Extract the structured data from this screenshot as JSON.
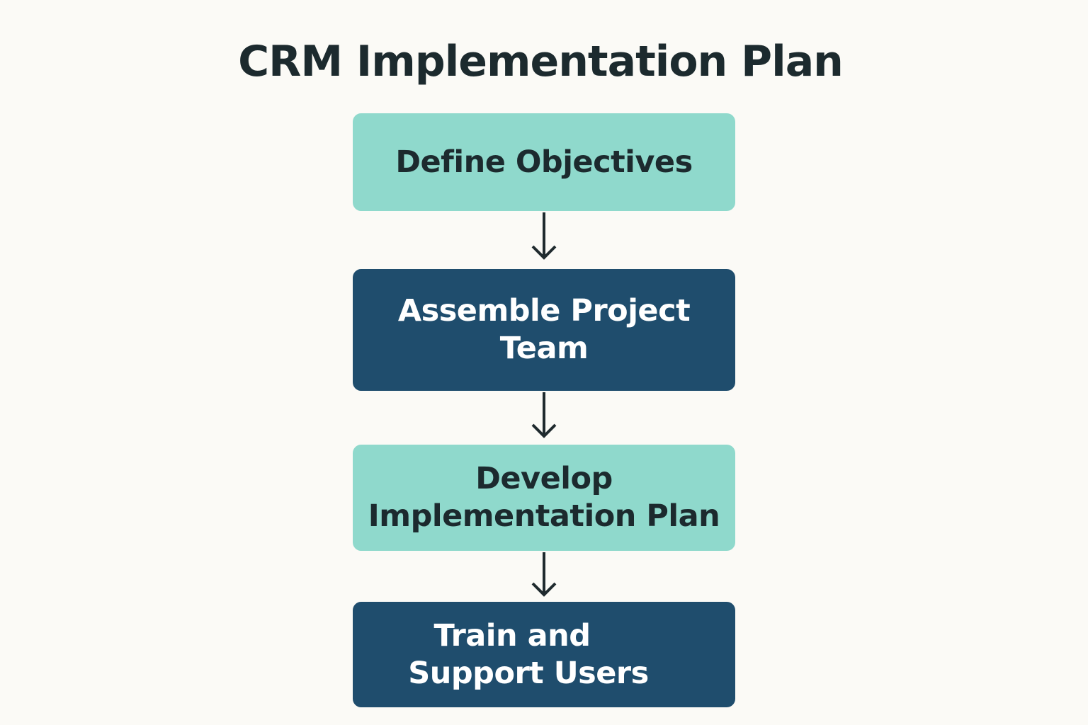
{
  "title": "CRM Implementation Plan",
  "steps": [
    {
      "lines": [
        "Define Objectives"
      ],
      "style": "light"
    },
    {
      "lines": [
        "Assemble Project",
        "Team"
      ],
      "style": "dark"
    },
    {
      "lines": [
        "Develop",
        "Implementation Plan"
      ],
      "style": "light"
    },
    {
      "lines": [
        "Train and",
        "Support Users"
      ],
      "style": "dark"
    }
  ],
  "colors": {
    "light": "#8fd9cc",
    "dark": "#1f4d6d",
    "text": "#1c2a2e",
    "background": "#fbfaf6"
  }
}
